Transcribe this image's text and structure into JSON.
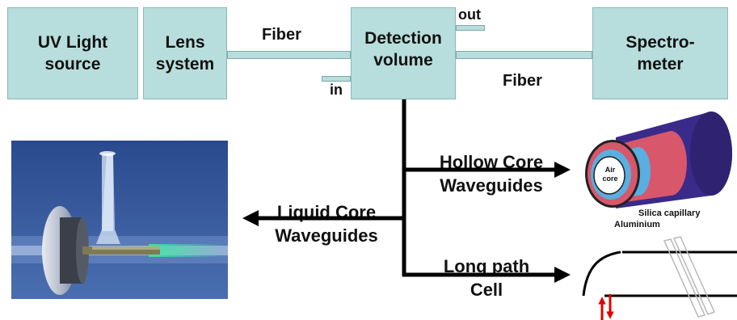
{
  "blocks": {
    "uv_source": "UV Light\nsource",
    "lens_system": "Lens\nsystem",
    "detection_volume": "Detection\nvolume",
    "spectrometer": "Spectro-\nmeter"
  },
  "labels": {
    "fiber_top": "Fiber",
    "fiber_bottom": "Fiber",
    "out": "out",
    "in": "in",
    "hollow_core": "Hollow Core\nWaveguides",
    "liquid_core": "Liquid Core\nWaveguides",
    "long_path": "Long path\nCell",
    "air_core": "Air\ncore",
    "silica_capillary": "Silica capillary",
    "aluminium": "Aluminium"
  },
  "colors": {
    "block_fill": "#b7dedc",
    "arrow": "#000000",
    "capillary_outer": "#3a2a8a",
    "capillary_middle": "#d8576a",
    "capillary_inner": "#5aaee0",
    "flow_arrow": "#e00000"
  }
}
